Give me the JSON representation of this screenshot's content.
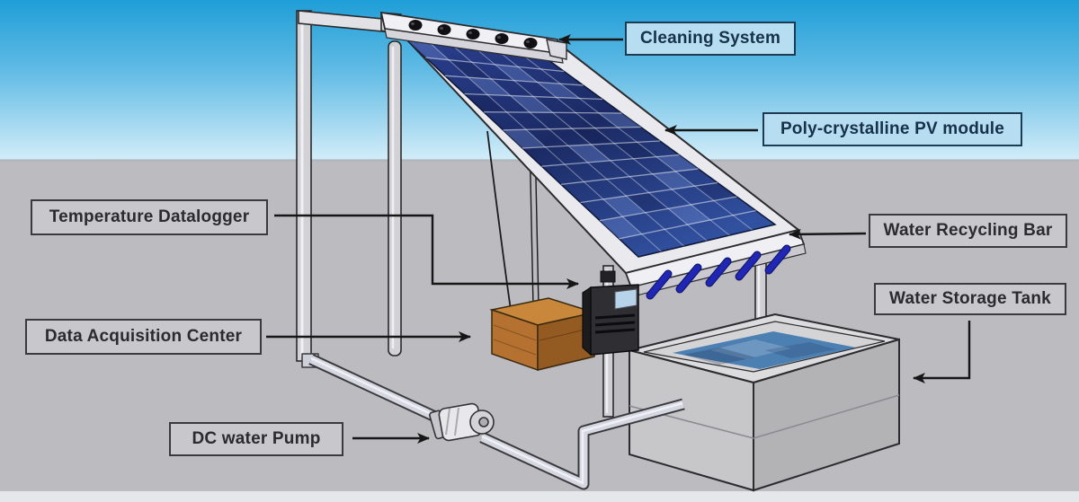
{
  "figure": {
    "type": "annotated-3d-diagram",
    "subject": "Automatic water-based cleaning system for a photovoltaic module"
  },
  "labels": {
    "cleaning_system": "Cleaning System",
    "pv_module": "Poly-crystalline PV module",
    "temperature_datalogger": "Temperature Datalogger",
    "data_acquisition_center": "Data Acquisition Center",
    "dc_water_pump": "DC water Pump",
    "water_recycling_bar": "Water Recycling Bar",
    "water_storage_tank": "Water Storage Tank"
  },
  "diagram": {
    "cleaning_nozzle_count": 5,
    "recycling_nozzle_count": 5,
    "pv_grid_rows": 12,
    "pv_grid_cols": 6
  },
  "colors": {
    "sky_top": "#1f9ed7",
    "sky_horizon": "#d5eef9",
    "ground": "#bcbcc0",
    "ground_bottom_strip": "#e6e7eb",
    "pv_cell_blue": "#24377d",
    "nozzle_blue": "#1f27b4",
    "water_blue": "#4d80b2",
    "wood_brown": "#b47130",
    "frame_silver": "#e9e9ee",
    "label_bg_sky": "#b7ddf1",
    "label_bg_ground": "#c8c8cc",
    "arrow_black": "#161616"
  }
}
